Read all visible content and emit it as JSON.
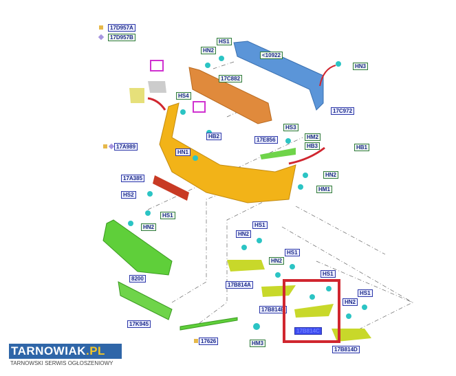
{
  "legend": [
    {
      "text": "17D957A",
      "color": "#e6b84a"
    },
    {
      "text": "17D957B",
      "color": "#a796e0"
    }
  ],
  "labels": [
    {
      "text": "HS1",
      "type": "fastener"
    },
    {
      "text": "HN2",
      "type": "fastener"
    },
    {
      "text": "<10922",
      "type": "part"
    },
    {
      "text": "HN3",
      "type": "fastener"
    },
    {
      "text": "17C882",
      "type": "part"
    },
    {
      "text": "HS4",
      "type": "fastener"
    },
    {
      "text": "17C972",
      "type": "part"
    },
    {
      "text": "HB2",
      "type": "fastener"
    },
    {
      "text": "HS3",
      "type": "fastener"
    },
    {
      "text": "17E856",
      "type": "part"
    },
    {
      "text": "HM2",
      "type": "fastener"
    },
    {
      "text": "HB3",
      "type": "fastener"
    },
    {
      "text": "HB1",
      "type": "fastener"
    },
    {
      "text": "17A989",
      "type": "part"
    },
    {
      "text": "HN1",
      "type": "part"
    },
    {
      "text": "17A385",
      "type": "part"
    },
    {
      "text": "HN2",
      "type": "fastener"
    },
    {
      "text": "HS2",
      "type": "part"
    },
    {
      "text": "HM1",
      "type": "fastener"
    },
    {
      "text": "HS1",
      "type": "fastener"
    },
    {
      "text": "HN2",
      "type": "fastener"
    },
    {
      "text": "HS1",
      "type": "part"
    },
    {
      "text": "HN2",
      "type": "part"
    },
    {
      "text": "HS1",
      "type": "part"
    },
    {
      "text": "HN2",
      "type": "fastener"
    },
    {
      "text": "17B814A",
      "type": "part"
    },
    {
      "text": "HS1",
      "type": "part"
    },
    {
      "text": "HN2",
      "type": "part"
    },
    {
      "text": "HS1",
      "type": "part"
    },
    {
      "text": "8200",
      "type": "part"
    },
    {
      "text": "17K945",
      "type": "part"
    },
    {
      "text": "17B814B",
      "type": "part"
    },
    {
      "text": "17B814C",
      "type": "selected"
    },
    {
      "text": "17626",
      "type": "part"
    },
    {
      "text": "HM3",
      "type": "fastener"
    },
    {
      "text": "17B814D",
      "type": "part"
    }
  ],
  "logo": {
    "main": "TARNOWIAK",
    "suffix": ".PL",
    "subtitle": "TARNOWSKI SERWIS OGŁOSZENIOWY"
  },
  "colors": {
    "highlight": "#d0262f",
    "bumper": "#f2b318",
    "reinforcement": "#5b95d8",
    "absorber": "#e08a3c",
    "grille": "#5fcf3a",
    "fog": "#c8d82a",
    "clip": "#2bc4c4"
  }
}
